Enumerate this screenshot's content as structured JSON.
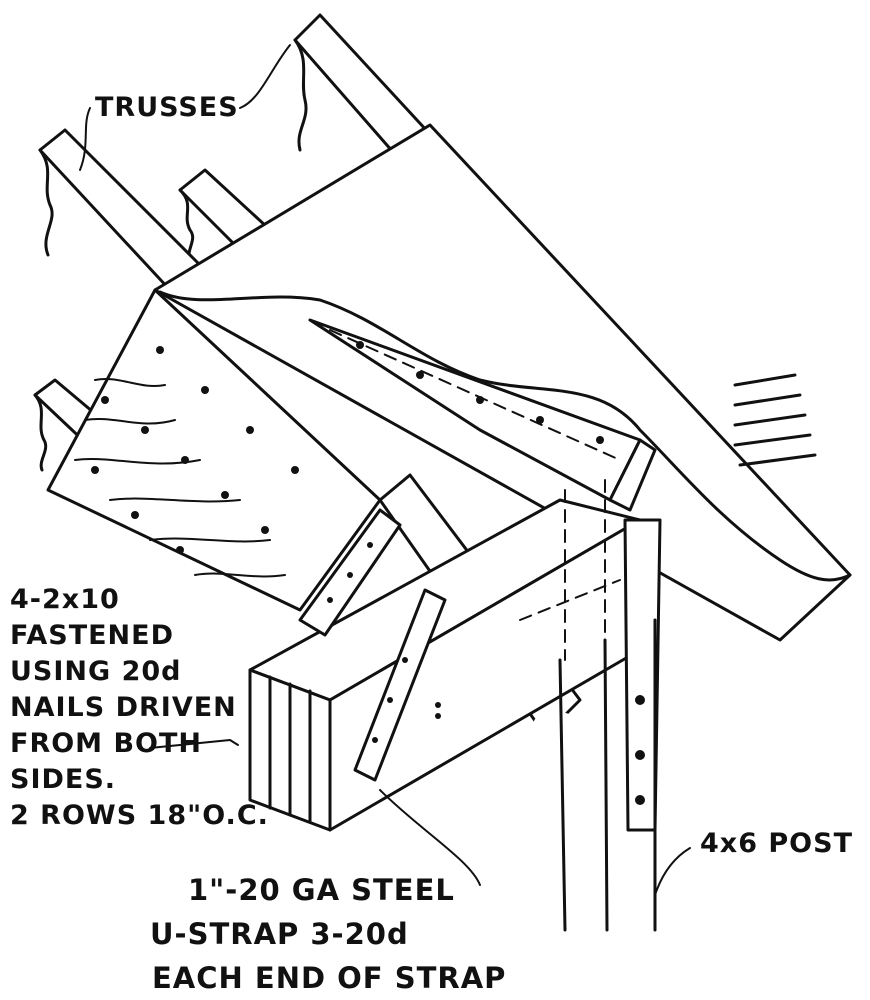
{
  "labels": {
    "trusses": "TRUSSES",
    "beam_lines": [
      "4-2x10",
      "FASTENED",
      "USING 20d",
      "NAILS DRIVEN",
      "FROM BOTH",
      "SIDES.",
      "2 ROWS 18\"O.C."
    ],
    "post": "4x6 POST",
    "strap_lines": [
      "1\"-20 GA STEEL",
      "U-STRAP 3-20d",
      "EACH END OF STRAP"
    ]
  }
}
